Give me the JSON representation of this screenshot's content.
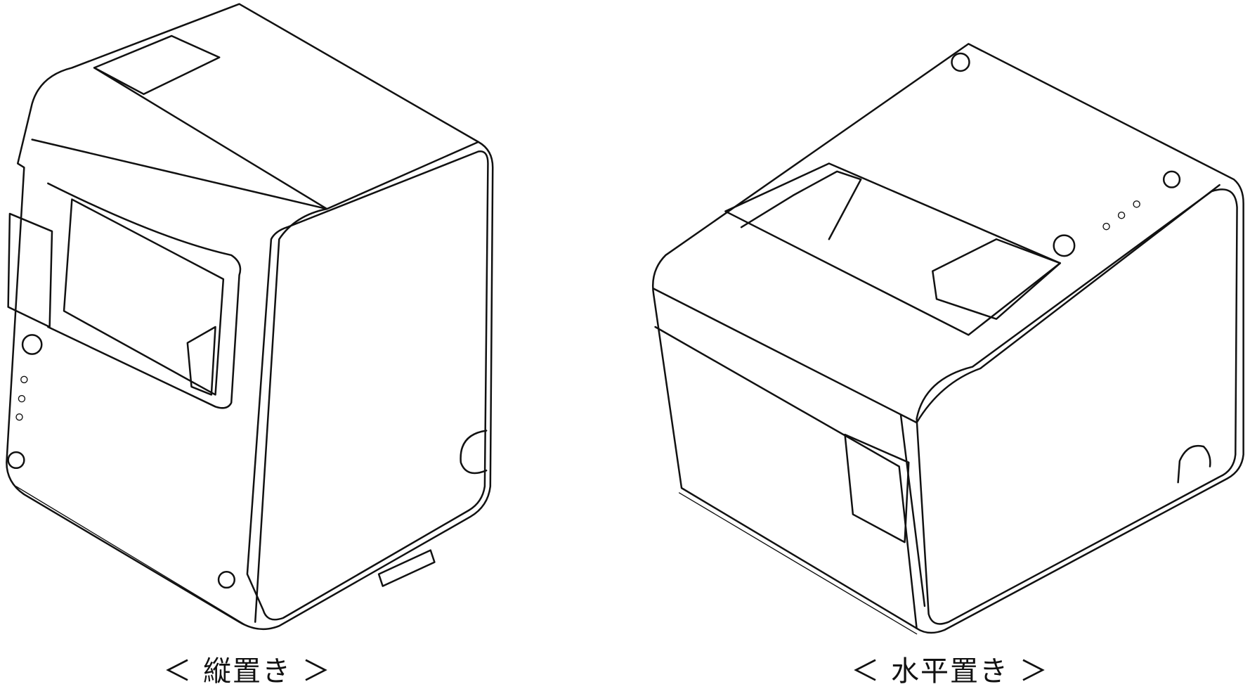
{
  "figures": [
    {
      "id": "vertical",
      "caption": "＜ 縦置き ＞"
    },
    {
      "id": "horizontal",
      "caption": "＜ 水平置き ＞"
    }
  ]
}
